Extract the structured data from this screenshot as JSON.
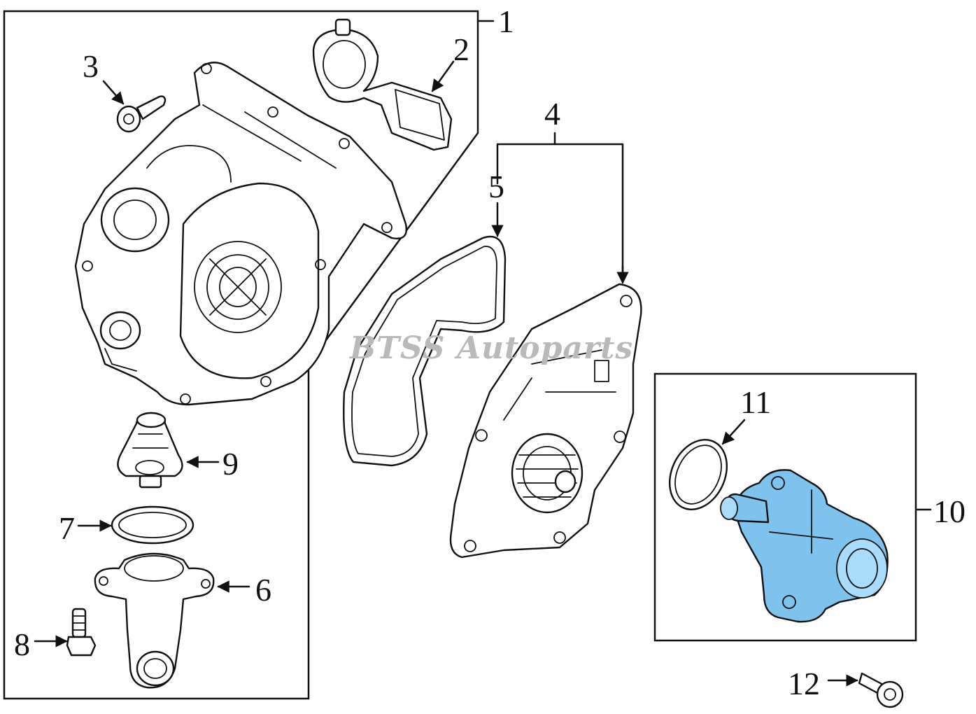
{
  "watermark": "BTSS Autoparts",
  "callouts": {
    "c1": "1",
    "c2": "2",
    "c3": "3",
    "c4": "4",
    "c5": "5",
    "c6": "6",
    "c7": "7",
    "c8": "8",
    "c9": "9",
    "c10": "10",
    "c11": "11",
    "c12": "12"
  },
  "colors": {
    "highlight_part": "#7ec3ee",
    "line": "#111111",
    "watermark": "#b9b9b9"
  }
}
